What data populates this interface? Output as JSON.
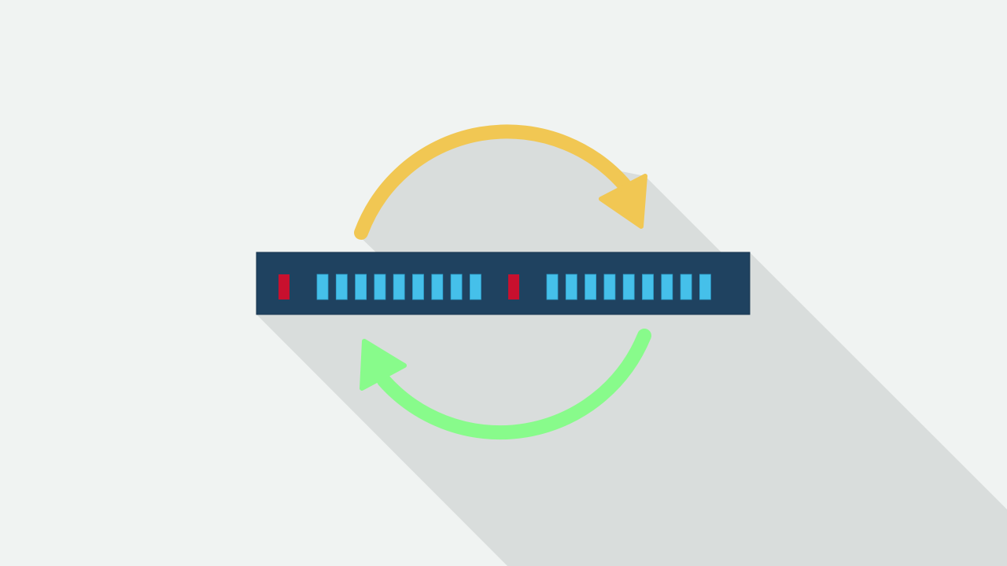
{
  "illustration": {
    "colors": {
      "background": "#f0f3f2",
      "shadow": "#d9dddc",
      "device_body": "#1f4260",
      "led_active": "#45c0ea",
      "led_alert": "#c8102e",
      "arrow_top": "#f1c753",
      "arrow_bottom": "#88fb8b"
    },
    "icons": [
      "sync-arrow-top-icon",
      "sync-arrow-bottom-icon",
      "network-switch-icon"
    ],
    "led_groups": [
      {
        "alert": 1,
        "active": 9
      },
      {
        "alert": 1,
        "active": 9
      }
    ]
  }
}
